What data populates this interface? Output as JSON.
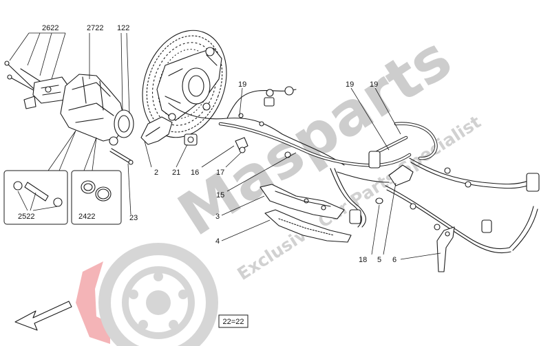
{
  "labels": {
    "p2622": "2622",
    "p2722": "2722",
    "p122": "122",
    "p19a": "19",
    "p19b": "19",
    "p19c": "19",
    "p2": "2",
    "p21": "21",
    "p16": "16",
    "p17": "17",
    "p15": "15",
    "p3": "3",
    "p4": "4",
    "p23": "23",
    "p2522": "2522",
    "p2422": "2422",
    "p18": "18",
    "p5": "5",
    "p6": "6",
    "note": "22=22"
  },
  "watermark": {
    "brand": "Masparts",
    "tagline": "Exclusive Car Parts Specialist",
    "colors": {
      "grey": "#c4c4c4",
      "red": "#f2a7aa"
    }
  },
  "icons": [
    "direction-arrow-icon",
    "brake-disc-logo-icon"
  ]
}
